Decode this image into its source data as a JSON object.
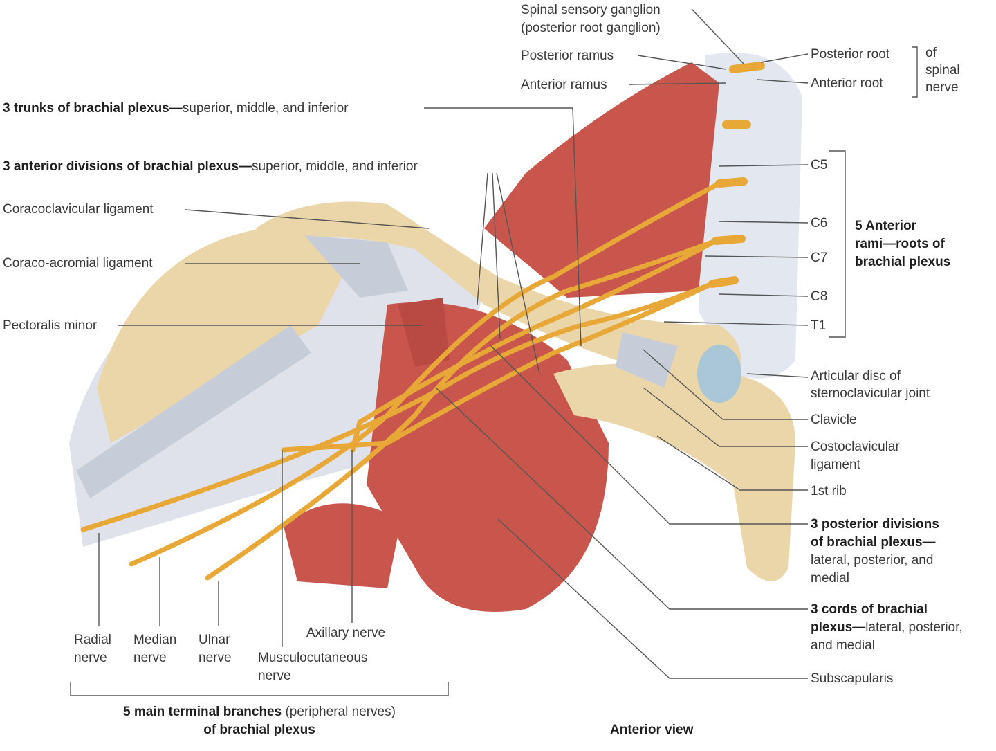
{
  "labels": {
    "ganglion_1": "Spinal sensory ganglion",
    "ganglion_2": "(posterior root ganglion)",
    "posterior_ramus": "Posterior ramus",
    "anterior_ramus": "Anterior ramus",
    "posterior_root": "Posterior root",
    "anterior_root": "Anterior root",
    "of_spinal_1": "of",
    "of_spinal_2": "spinal",
    "of_spinal_3": "nerve",
    "trunks_bold": "3 trunks of brachial plexus—",
    "trunks_rest": "superior, middle, and inferior",
    "ant_div_bold": "3 anterior divisions of brachial plexus—",
    "ant_div_rest": "superior, middle, and inferior",
    "coracoclavicular": "Coracoclavicular ligament",
    "coracoacromial": "Coraco-acromial ligament",
    "pectoralis": "Pectoralis minor",
    "c5": "C5",
    "c6": "C6",
    "c7": "C7",
    "c8": "C8",
    "t1": "T1",
    "rami_1": "5 Anterior",
    "rami_2": "rami—roots of",
    "rami_3": "brachial plexus",
    "disc_1": "Articular disc of",
    "disc_2": "sternoclavicular joint",
    "clavicle": "Clavicle",
    "costo_1": "Costoclavicular",
    "costo_2": "ligament",
    "first_rib": "1st rib",
    "post_div_1": "3 posterior divisions",
    "post_div_2": "of brachial plexus—",
    "post_div_3": "lateral, posterior, and",
    "post_div_4": "medial",
    "cords_1": "3 cords of brachial",
    "cords_2_bold": "plexus—",
    "cords_2_rest": "lateral, posterior,",
    "cords_3": "and medial",
    "subscapularis": "Subscapularis",
    "radial_1": "Radial",
    "radial_2": "nerve",
    "median_1": "Median",
    "median_2": "nerve",
    "ulnar_1": "Ulnar",
    "ulnar_2": "nerve",
    "axillary": "Axillary nerve",
    "musculo_1": "Musculocutaneous",
    "musculo_2": "nerve",
    "terminal_bold": "5 main terminal branches",
    "terminal_rest": " (peripheral nerves)",
    "terminal_2": "of brachial plexus",
    "view": "Anterior view"
  },
  "colors": {
    "nerve": "#e8a838",
    "bone": "#ead6a8",
    "muscle": "#c8564c",
    "ligament": "#c7cdd8",
    "spine": "#e3e7f0"
  }
}
